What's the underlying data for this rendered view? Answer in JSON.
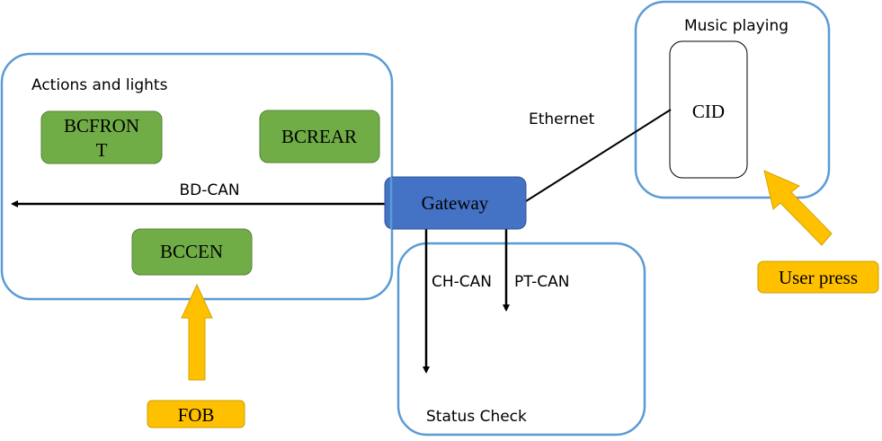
{
  "diagram": {
    "colors": {
      "container_border": "#5B9BD5",
      "ecu_fill": "#70AD47",
      "ecu_border": "#548235",
      "gateway_fill": "#4472C4",
      "gateway_border": "#2F5597",
      "input_fill": "#FFC000",
      "input_border": "#C9A000",
      "line": "#000000"
    },
    "containers": {
      "actions": {
        "label": "Actions and lights"
      },
      "status": {
        "label": "Status Check"
      },
      "music": {
        "label": "Music playing"
      }
    },
    "nodes": {
      "bcfront": {
        "line1": "BCFRON",
        "line2": "T"
      },
      "bcrear": {
        "label": "BCREAR"
      },
      "bccen": {
        "label": "BCCEN"
      },
      "gateway": {
        "label": "Gateway"
      },
      "cid": {
        "label": "CID"
      }
    },
    "buses": {
      "bd_can": "BD-CAN",
      "ch_can": "CH-CAN",
      "pt_can": "PT-CAN",
      "ethernet": "Ethernet"
    },
    "inputs": {
      "fob": "FOB",
      "user_press": "User press"
    }
  }
}
